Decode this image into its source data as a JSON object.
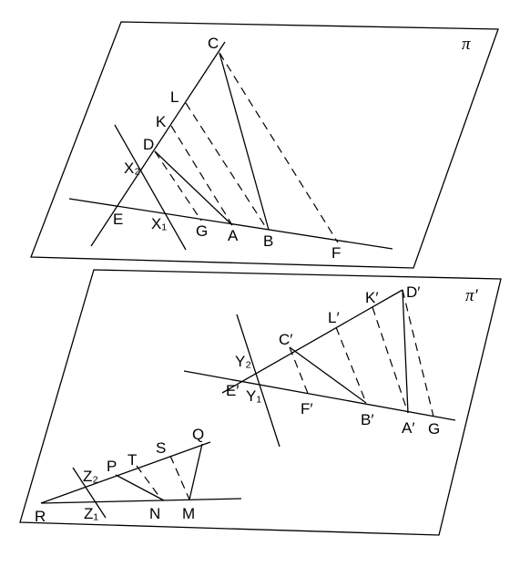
{
  "planes": {
    "upper": {
      "name": "π",
      "labels": {
        "C": "C",
        "L": "L",
        "K": "K",
        "D": "D",
        "X2": "X₂",
        "E": "E",
        "X1": "X₁",
        "G": "G",
        "A": "A",
        "B": "B",
        "F": "F"
      }
    },
    "lower": {
      "name": "π′",
      "labels": {
        "D": "D′",
        "K": "K′",
        "L": "L′",
        "C": "C′",
        "Y2": "Y₂",
        "E": "E′",
        "Y1": "Y₁",
        "F": "F′",
        "B": "B′",
        "A": "A′",
        "G": "G"
      }
    }
  },
  "small": {
    "labels": {
      "Q": "Q",
      "S": "S",
      "T": "T",
      "P": "P",
      "Z2": "Z₂",
      "R": "R",
      "Z1": "Z₁",
      "N": "N",
      "M": "M"
    }
  }
}
